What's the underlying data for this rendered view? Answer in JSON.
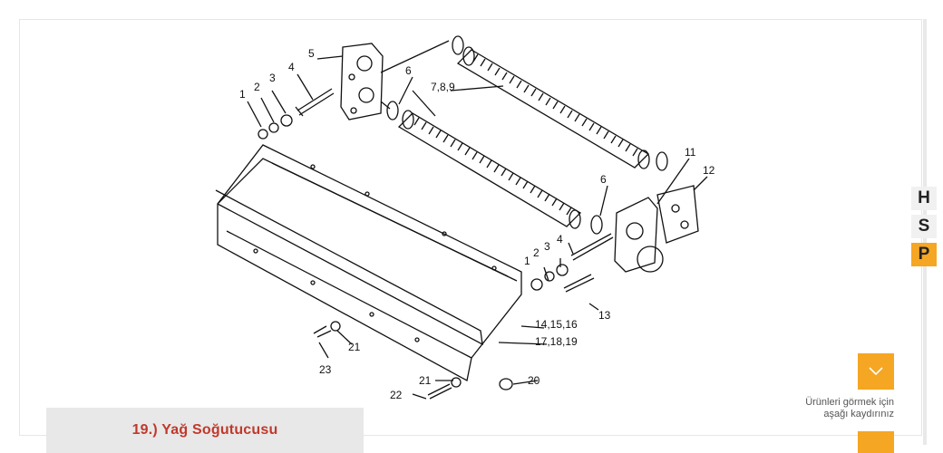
{
  "caption": {
    "title": "19.) Yağ Soğutucusu"
  },
  "scroll_hint": {
    "line1": "Ürünleri görmek için",
    "line2": "aşağı kaydırınız"
  },
  "logo": {
    "letters": [
      "H",
      "S",
      "P"
    ]
  },
  "diagram": {
    "labels": {
      "l1a": "1",
      "l2a": "2",
      "l3a": "3",
      "l4a": "4",
      "l5": "5",
      "l6a": "6",
      "l789": "7,8,9",
      "l6b": "6",
      "l11": "11",
      "l12": "12",
      "l1b": "1",
      "l2b": "2",
      "l3b": "3",
      "l4b": "4",
      "l13": "13",
      "l141516": "14,15,16",
      "l171819": "17,18,19",
      "l20": "20",
      "l21a": "21",
      "l21b": "21",
      "l22": "22",
      "l23": "23"
    }
  },
  "colors": {
    "accent": "#f5a623",
    "caption_text": "#c0392b"
  }
}
